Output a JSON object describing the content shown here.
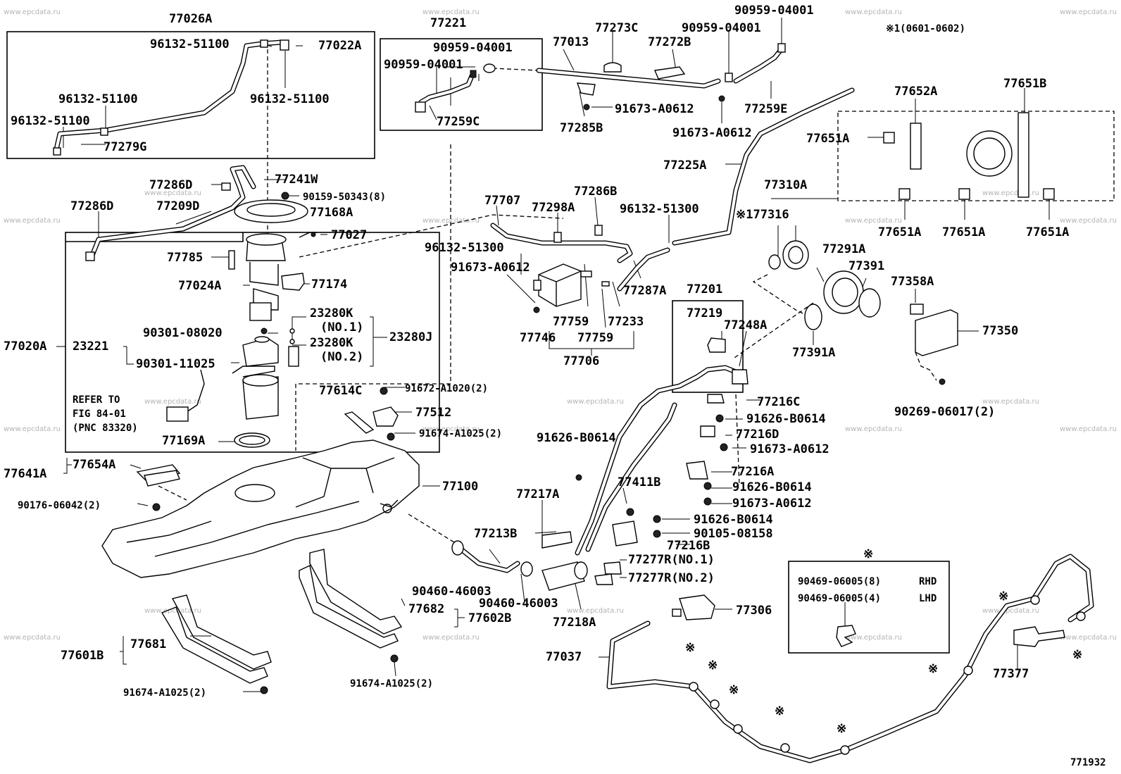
{
  "diagram_number": "771932",
  "footnote": "※1(0601-0602)",
  "refer_note": [
    "REFER TO",
    "FIG 84-01",
    "(PNC 83320)"
  ],
  "rhd_lhd_box": {
    "mark": "※",
    "rows": [
      {
        "part": "90469-06005(8)",
        "variant": "RHD"
      },
      {
        "part": "90469-06005(4)",
        "variant": "LHD"
      }
    ]
  },
  "watermark": "www.epcdata.ru",
  "cable_mark": "※",
  "labels": [
    "77026A",
    "96132-51100",
    "77022A",
    "96132-51100",
    "96132-51100",
    "96132-51100",
    "77279G",
    "77221",
    "90959-04001",
    "90959-04001",
    "77259C",
    "77013",
    "77273C",
    "77272B",
    "90959-04001",
    "90959-04001",
    "77259E",
    "91673-A0612",
    "77285B",
    "91673-A0612",
    "77652A",
    "77651B",
    "77651A",
    "77651A",
    "77651A",
    "77651A",
    "77225A",
    "77310A",
    "※177316",
    "77286D",
    "77241W",
    "90159-50343(8)",
    "77286D",
    "77209D",
    "77168A",
    "77027",
    "77785",
    "77024A",
    "77174",
    "77707",
    "77298A",
    "77286B",
    "96132-51300",
    "96132-51300",
    "91673-A0612",
    "77287A",
    "77759",
    "77233",
    "77746",
    "77759",
    "77706",
    "77291A",
    "77391",
    "77358A",
    "77391A",
    "77350",
    "90269-06017(2)",
    "77201",
    "77219",
    "77248A",
    "77216C",
    "91626-B0614",
    "77216D",
    "91673-A0612",
    "77216A",
    "91626-B0614",
    "91673-A0612",
    "90301-08020",
    "23280K",
    "(NO.1)",
    "23280J",
    "77020A",
    "23221",
    "90301-11025",
    "23280K",
    "(NO.2)",
    "77169A",
    "77614C",
    "91672-A1020(2)",
    "77512",
    "91674-A1025(2)",
    "91626-B0614",
    "77641A",
    "77654A",
    "90176-06042(2)",
    "77100",
    "77411B",
    "91626-B0614",
    "90105-08158",
    "77216B",
    "77217A",
    "77213B",
    "77277R(NO.1)",
    "77277R(NO.2)",
    "90460-46003",
    "90460-46003",
    "77218A",
    "77682",
    "77602B",
    "77681",
    "77601B",
    "91674-A1025(2)",
    "91674-A1025(2)",
    "77306",
    "77037",
    "77377"
  ]
}
